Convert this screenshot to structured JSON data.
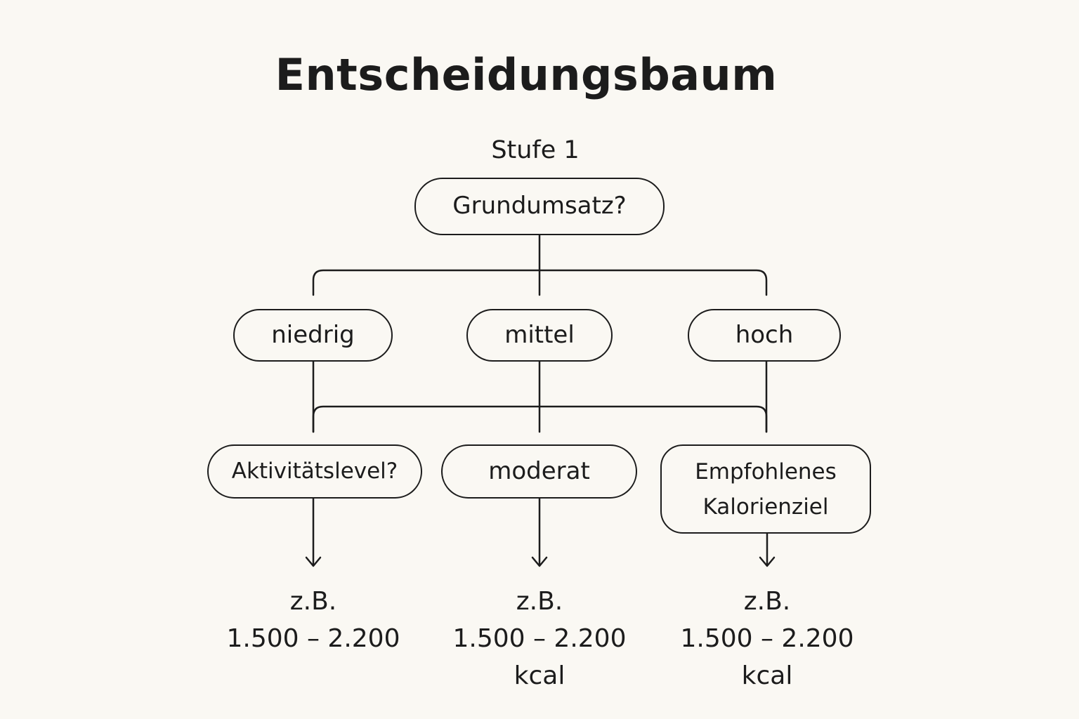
{
  "title": "Entscheidungsbaum",
  "stage_label": "Stufe 1",
  "root": {
    "label": "Grundumsatz?"
  },
  "level1": [
    {
      "label": "niedrig"
    },
    {
      "label": "mittel"
    },
    {
      "label": "hoch"
    }
  ],
  "level2": [
    {
      "lines": [
        "Aktivitätslevel?"
      ]
    },
    {
      "lines": [
        "moderat"
      ]
    },
    {
      "lines": [
        "Empfohlenes",
        "Kalorienziel"
      ]
    }
  ],
  "results": [
    {
      "lines": [
        "z.B.",
        "1.500 – 2.200"
      ]
    },
    {
      "lines": [
        "z.B.",
        "1.500 – 2.200",
        "kcal"
      ]
    },
    {
      "lines": [
        "z.B.",
        "1.500 – 2.200",
        "kcal"
      ]
    }
  ],
  "colors": {
    "background": "#faf8f3",
    "ink": "#1c1c1c"
  }
}
